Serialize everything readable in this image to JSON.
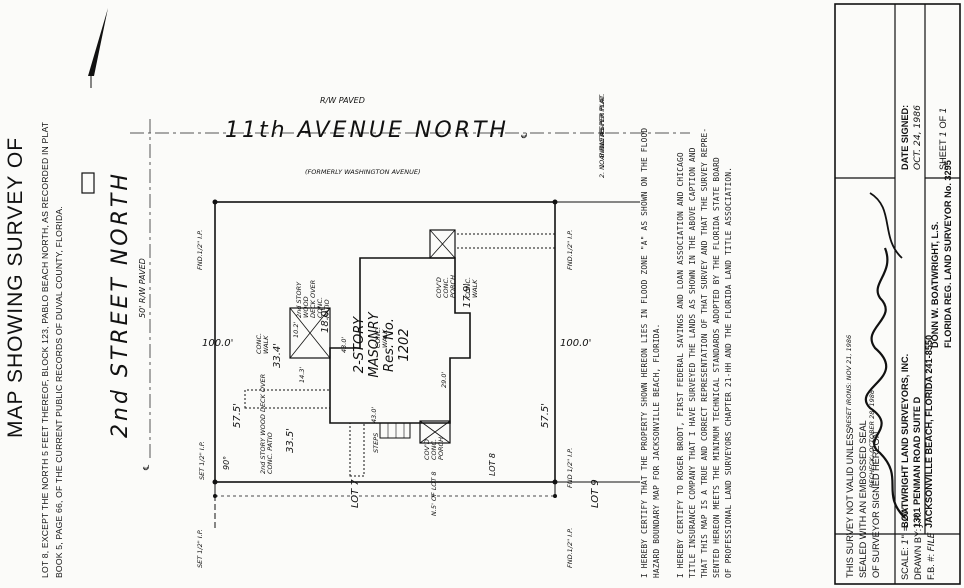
{
  "title": "MAP SHOWING SURVEY OF",
  "legal_description": [
    "LOT 8, EXCEPT THE NORTH 5 FEET THEREOF, BLOCK 123, PABLO BEACH NORTH, AS RECORDED IN PLAT",
    "BOOK 5, PAGE 66, OF THE CURRENT PUBLIC RECORDS OF DUVAL COUNTY, FLORIDA."
  ],
  "streets": {
    "second_street": "2nd STREET NORTH",
    "second_street_row": "50' R/W PAVED",
    "eleventh_avenue": "11th AVENUE NORTH",
    "eleventh_avenue_row": "R/W PAVED",
    "eleventh_avenue_former": "(FORMERLY WASHINGTON AVENUE)",
    "centerline_left": "℄",
    "centerline_right": "℄"
  },
  "notes": {
    "heading": "NOTES",
    "items": [
      "1. ANGLE AS PER PLAT.",
      "2. NO B.R.L. AS PER PLAT."
    ]
  },
  "lot": {
    "north_dim": "100.0'",
    "south_dim": "100.0'",
    "west_dim": "57.5'",
    "east_dim": "57.5'",
    "angle": "90°",
    "lot7": "LOT 7",
    "lot8": "LOT 8",
    "lot9": "LOT 9",
    "n5_line": "N.5' OF LOT 8"
  },
  "monuments": {
    "nw": "FND.1/2\" I.P.",
    "ne": "FND.1/2\" I.P.",
    "sw_set": "SET 1/2\" I.P.",
    "sw_set2": "SET 1/2\" I.P.",
    "se_fnd": "FND 1/2\" I.P.",
    "se_fnd2": "FND.1/2\" I.P."
  },
  "house": {
    "line1": "2-STORY",
    "line2": "MASONRY",
    "line3": "Res. No.",
    "line4": "1202",
    "dim_north": "18.0'",
    "dim_west": "33.4'",
    "dim_south": "33.5'",
    "dim_east": "17.9'",
    "dim_in1": "29.0'",
    "dim_in2": "43.0'",
    "dim_in3": "43.0'",
    "dim_in4": "10.2'",
    "deck_n": "2nd STORY WOOD DECK OVER CONC. PATIO",
    "deck_s": "2nd STORY WOOD DECK OVER CONC. PATIO",
    "porch": "COV'D CONC. PORCH",
    "porch_s": "COV'D CONC. PORCH",
    "walk1": "CONC. WALK",
    "walk2": "CONC. WALK",
    "walk3": "CONC. WALK",
    "steps": "STEPS",
    "steps_dim": "14.3'"
  },
  "certification": [
    "I HEREBY CERTIFY THAT THE PROPERTY SHOWN HEREON LIES IN FLOOD ZONE \"A\" AS SHOWN ON THE FLOOD",
    "HAZARD BOUNDARY MAP FOR JACKSONVILLE BEACH, FLORIDA.",
    "",
    "I HEREBY CERTIFY TO ROGER BRODT, FIRST FEDERAL SAVINGS AND LOAN ASSOCIATION AND CHICAGO",
    "TITLE INSURANCE COMPANY THAT I HAVE SURVEYED THE LANDS AS SHOWN IN THE ABOVE CAPTION AND",
    "THAT THIS MAP IS A TRUE AND CORRECT REPRESENTATION OF THAT SURVEY AND THAT THE SURVEY REPRE-",
    "SENTED HEREON MEETS THE MINIMUM TECHNICAL STANDARDS ADOPTED BY THE FLORIDA STATE BOARD",
    "OF PROFESSIONAL LAND SURVEYORS CHAPTER 21-HH AND THE FLORIDA LAND TITLE ASSOCIATION."
  ],
  "revisions": {
    "reset": "RESET IRONS: NOV 21, 1986",
    "recheck": "RECHECK: OCTOBER 28, 1986"
  },
  "seal_note": [
    "THIS SURVEY NOT VALID UNLESS",
    "SEALED WITH AN EMBOSSED SEAL",
    "OF SURVEYOR SIGNED HEREON"
  ],
  "title_block": {
    "scale_label": "SCALE:",
    "scale_value": "1\" = 20'",
    "drawn_label": "DRAWN BY:",
    "drawn_value": "J.R.",
    "fb_label": "F.B. #:",
    "fb_value": "FILE",
    "company": [
      "BOATWRIGHT LAND SURVEYORS, INC.",
      "1301 PENMAN ROAD SUITE D",
      "JACKSONVILLE BEACH, FLORIDA  241-8550"
    ],
    "surveyor": [
      "DONN W. BOATWRIGHT, L.S.",
      "FLORIDA REG. LAND SURVEYOR No. 3295"
    ],
    "date_label": "DATE SIGNED:",
    "date_value": "OCT. 24, 1986",
    "sheet_label": "SHEET",
    "sheet_value": "1",
    "sheet_of": "OF",
    "sheet_total": "1"
  }
}
